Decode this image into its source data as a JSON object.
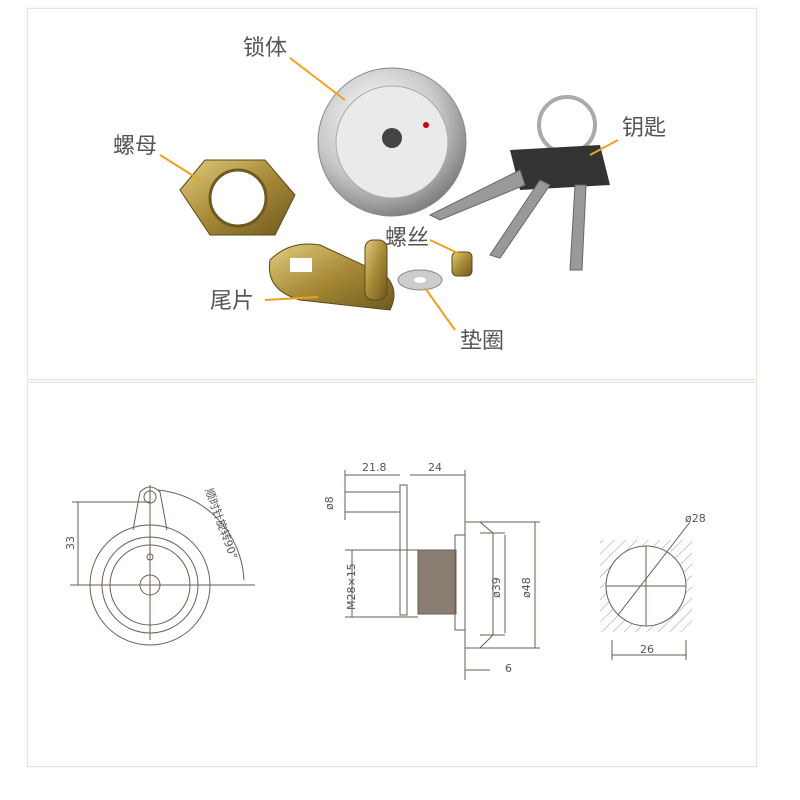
{
  "photo_labels": {
    "lock_body": "锁体",
    "key": "钥匙",
    "nut": "螺母",
    "screw": "螺丝",
    "cam": "尾片",
    "washer": "垫圈"
  },
  "drawing": {
    "front_height": "33",
    "rotation_note": "顺时针旋转90°",
    "cam_length": "21.8",
    "body_length": "24",
    "pin_diameter": "ø8",
    "thread": "M28×15",
    "face_inner_diameter": "ø39",
    "face_outer_diameter": "ø48",
    "face_thickness": "6",
    "cutout_diameter": "ø28",
    "cutout_width": "26"
  },
  "colors": {
    "leader": "#f0a020",
    "line": "#6b5e52",
    "brass": "#b8973f"
  }
}
